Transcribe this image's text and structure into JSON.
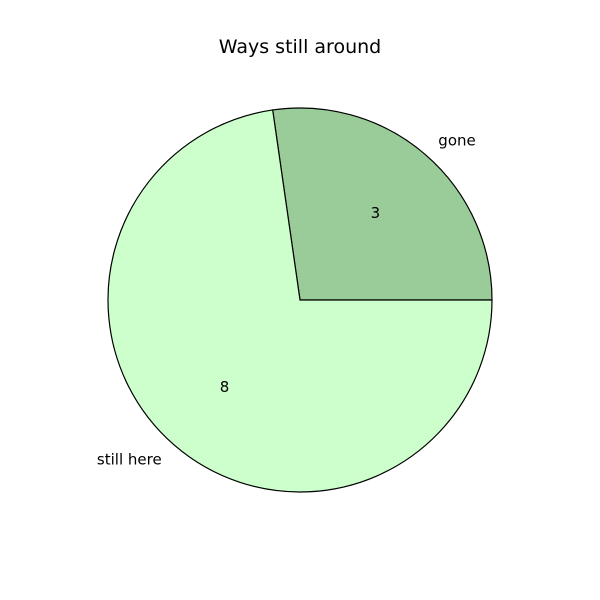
{
  "chart_data": {
    "type": "pie",
    "title": "Ways still around",
    "labels": [
      "gone",
      "still here"
    ],
    "values": [
      3,
      8
    ],
    "value_labels": [
      "3",
      "8"
    ],
    "colors": [
      "#99cc99",
      "#ccffcc"
    ],
    "edge_color": "#000000",
    "start_angle_deg": 0,
    "direction": "counterclockwise"
  }
}
